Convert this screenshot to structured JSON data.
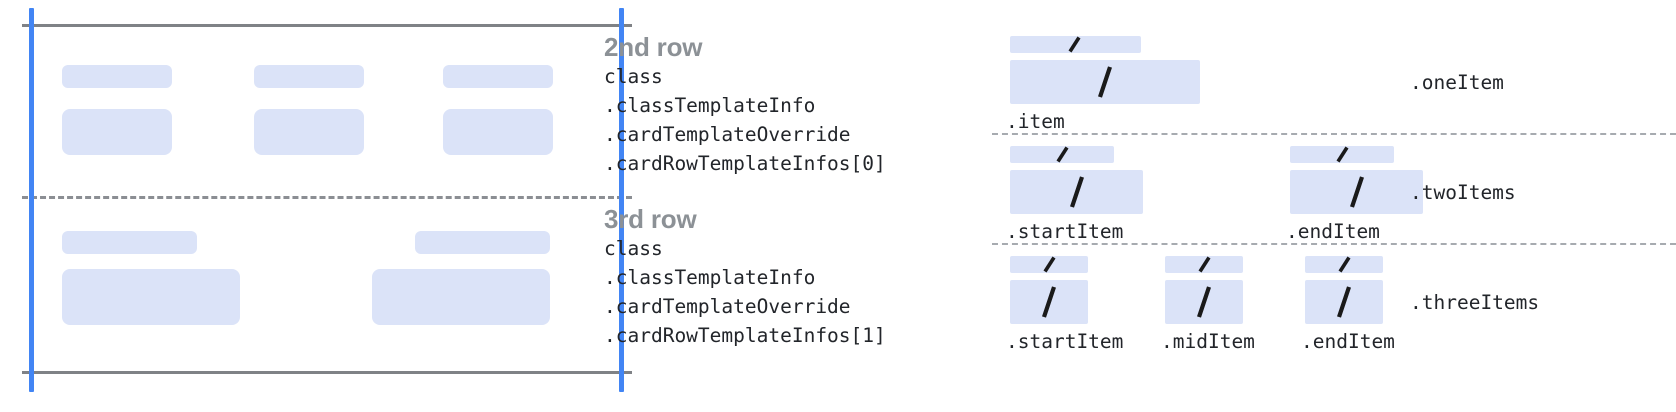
{
  "colors": {
    "placeholder_fill": "#dbe3f8",
    "card_edge_blue": "#4285f4",
    "rule_gray": "#7f8286",
    "heading_gray": "#8c9196",
    "code_text": "#22252a",
    "slash_black": "#1a1a1a"
  },
  "card_diagram": {
    "name": "card-template-frame",
    "rows": [
      {
        "id": "row-2",
        "items": [
          {
            "title_w": 110,
            "body_w": 110
          },
          {
            "title_w": 110,
            "body_w": 110
          },
          {
            "title_w": 110,
            "body_w": 110
          }
        ]
      },
      {
        "id": "row-3",
        "items": [
          {
            "title_w": 135,
            "body_w": 178
          },
          {
            "title_w": 135,
            "body_w": 178
          }
        ]
      }
    ]
  },
  "row_infos": [
    {
      "heading": "2nd row",
      "code_lines": [
        "class",
        ".classTemplateInfo",
        ".cardTemplateOverride",
        ".cardRowTemplateInfos[0]"
      ]
    },
    {
      "heading": "3rd row",
      "code_lines": [
        "class",
        ".classTemplateInfo",
        ".cardTemplateOverride",
        ".cardRowTemplateInfos[1]"
      ]
    }
  ],
  "variant_groups": [
    {
      "group_label": ".oneItem",
      "slots": [
        {
          "label": ".item",
          "small_bar_w": 131,
          "large_bar_w": 190
        }
      ]
    },
    {
      "group_label": ".twoItems",
      "slots": [
        {
          "label": ".startItem",
          "small_bar_w": 104,
          "large_bar_w": 133
        },
        {
          "label": ".endItem",
          "small_bar_w": 104,
          "large_bar_w": 133
        }
      ]
    },
    {
      "group_label": ".threeItems",
      "slots": [
        {
          "label": ".startItem",
          "small_bar_w": 78,
          "large_bar_w": 78
        },
        {
          "label": ".midItem",
          "small_bar_w": 78,
          "large_bar_w": 78
        },
        {
          "label": ".endItem",
          "small_bar_w": 78,
          "large_bar_w": 78
        }
      ]
    }
  ]
}
